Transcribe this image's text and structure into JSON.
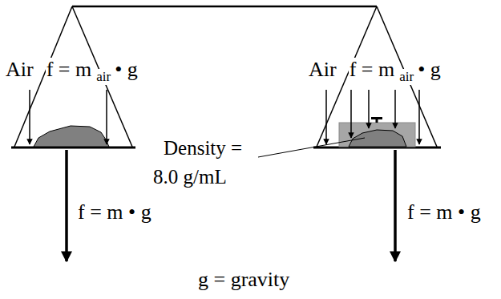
{
  "diagram": {
    "labels": [
      "Air",
      "f = m",
      "air",
      "• g",
      "Air",
      "f = m",
      "air",
      "• g",
      "Density =",
      "8.0 g/mL",
      "f = m • g",
      "f = m • g",
      "g = gravity"
    ]
  }
}
